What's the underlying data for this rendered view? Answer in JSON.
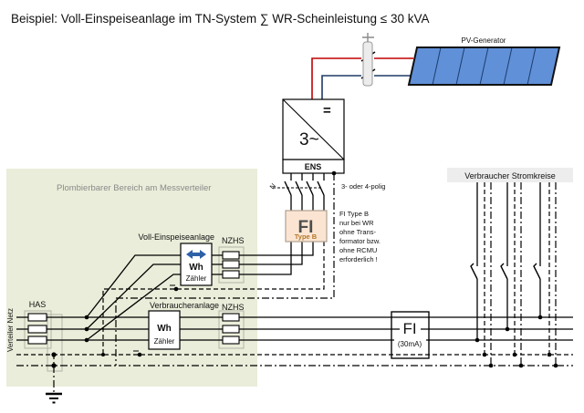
{
  "title": "Beispiel: Voll-Einspeiseanlage im TN-System ∑ WR-Scheinleistung ≤ 30 kVA",
  "pv": {
    "label": "PV-Generator"
  },
  "inverter": {
    "ac": "3~",
    "dc": "=",
    "ens": "ENS"
  },
  "switch_note": "3- oder 4-polig",
  "fi_type_b": {
    "title": "FI",
    "subtitle": "Type B",
    "notes": [
      "FI Type B",
      "nur bei WR",
      "ohne Trans-",
      "formator bzw.",
      "ohne RCMU",
      "erforderlich !"
    ]
  },
  "sealed_area": {
    "label": "Plombierbarer Bereich am Messverteiler"
  },
  "feed_meter": {
    "label": "Voll-Einspeiseanlage",
    "unit": "Wh",
    "type": "Zähler",
    "fuse_label": "NZHS"
  },
  "consumer_meter": {
    "label": "Verbraucheranlage",
    "unit": "Wh",
    "type": "Zähler",
    "fuse_label": "NZHS"
  },
  "service": {
    "has": "HAS",
    "grid": "Verteiler Netz"
  },
  "circuits": {
    "label": "Verbraucher Stromkreise"
  },
  "fi_30": {
    "title": "FI",
    "subtitle": "(30mA)"
  },
  "colors": {
    "sealed_bg": "#e9edd9",
    "circuits_bg": "#ededed",
    "fi_box_bg": "#fbe5d2",
    "fi_box_border": "#b0a090",
    "pv_panel": "#6090d8",
    "pv_grid": "#1c3e6e",
    "wire_red": "#c00000",
    "wire_blue": "#1f3a66",
    "note_text": "#17365d",
    "meter_arrow": "#2e60a8"
  }
}
